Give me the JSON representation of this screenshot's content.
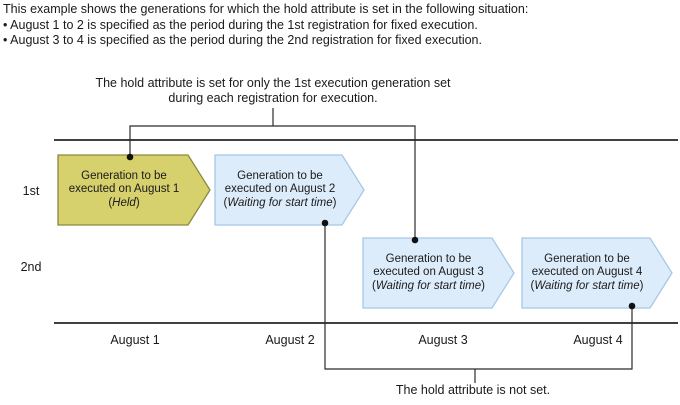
{
  "header": {
    "intro": "This example shows the generations for which the hold attribute is set in the following situation:",
    "bullets": [
      "• August 1 to 2 is specified as the period during the 1st registration for fixed execution.",
      "• August 3 to 4 is specified as the period during the 2nd registration for fixed execution."
    ]
  },
  "annotation": {
    "line1": "The hold attribute is set for only the 1st execution generation set",
    "line2": "during each registration for execution."
  },
  "rows": [
    {
      "label": "1st"
    },
    {
      "label": "2nd"
    }
  ],
  "boxes": [
    {
      "text": "Generation to be executed on August 1",
      "status": "Held",
      "state": "held"
    },
    {
      "text": "Generation to be executed on August 2",
      "status": "Waiting for start time",
      "state": "waiting"
    },
    {
      "text": "Generation to be executed on August 3",
      "status": "Waiting for start time",
      "state": "waiting"
    },
    {
      "text": "Generation to be executed on August 4",
      "status": "Waiting for start time",
      "state": "waiting"
    }
  ],
  "punct": {
    "open": "(",
    "close": ")"
  },
  "axis": {
    "labels": [
      "August 1",
      "August 2",
      "August 3",
      "August 4"
    ]
  },
  "note": "The hold attribute is not set.",
  "colors": {
    "held_fill": "#d6d06d",
    "held_border": "#8a8a3d",
    "waiting_fill": "#ddecfb",
    "waiting_border": "#a6c8e6",
    "line": "#404040",
    "text": "#1a1a1a"
  }
}
